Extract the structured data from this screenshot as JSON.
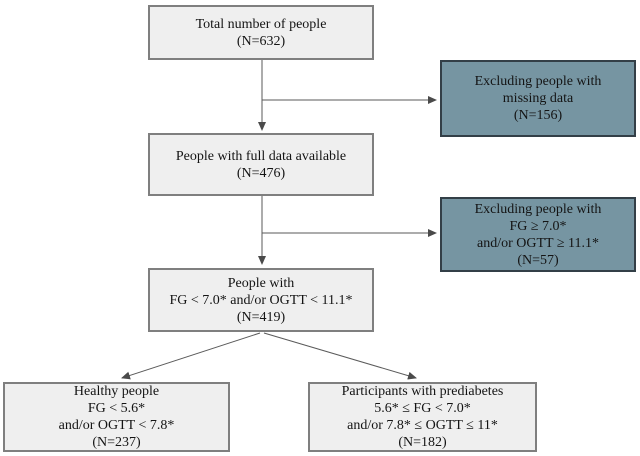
{
  "diagram": {
    "type": "flowchart",
    "boxes": {
      "total": {
        "style": "light",
        "lines": [
          "Total number of people",
          "(N=632)"
        ]
      },
      "excl_missing": {
        "style": "dark",
        "lines": [
          "Excluding people with",
          "missing data",
          "(N=156)"
        ]
      },
      "full_data": {
        "style": "light",
        "lines": [
          "People  with full data available",
          "(N=476)"
        ]
      },
      "excl_diabetes": {
        "style": "dark",
        "lines": [
          "Excluding people with",
          "FG ≥ 7.0*",
          "and/or OGTT ≥ 11.1*",
          "(N=57)"
        ]
      },
      "non_diabetic": {
        "style": "light",
        "lines": [
          "People with",
          "FG < 7.0* and/or OGTT < 11.1*",
          "(N=419)"
        ]
      },
      "healthy": {
        "style": "light",
        "lines": [
          "Healthy people",
          "FG < 5.6*",
          "and/or OGTT < 7.8*",
          "(N=237)"
        ]
      },
      "prediabetes": {
        "style": "light",
        "lines": [
          "Participants with prediabetes",
          "5.6* ≤ FG < 7.0*",
          "and/or 7.8* ≤ OGTT ≤ 11*",
          "(N=182)"
        ]
      }
    },
    "edges": [
      "total -> full_data",
      "total/full_data branch -> excl_missing",
      "full_data -> non_diabetic",
      "full_data/non_diabetic branch -> excl_diabetes",
      "non_diabetic -> healthy",
      "non_diabetic -> prediabetes"
    ],
    "colors": {
      "light_box_fill": "#efefef",
      "light_box_border": "#7f7f7f",
      "dark_box_fill": "#7695a2",
      "dark_box_border": "#333f47",
      "connector_line": "#5a5a5a",
      "arrowhead": "#4a4a4a",
      "background": "#ffffff"
    }
  }
}
